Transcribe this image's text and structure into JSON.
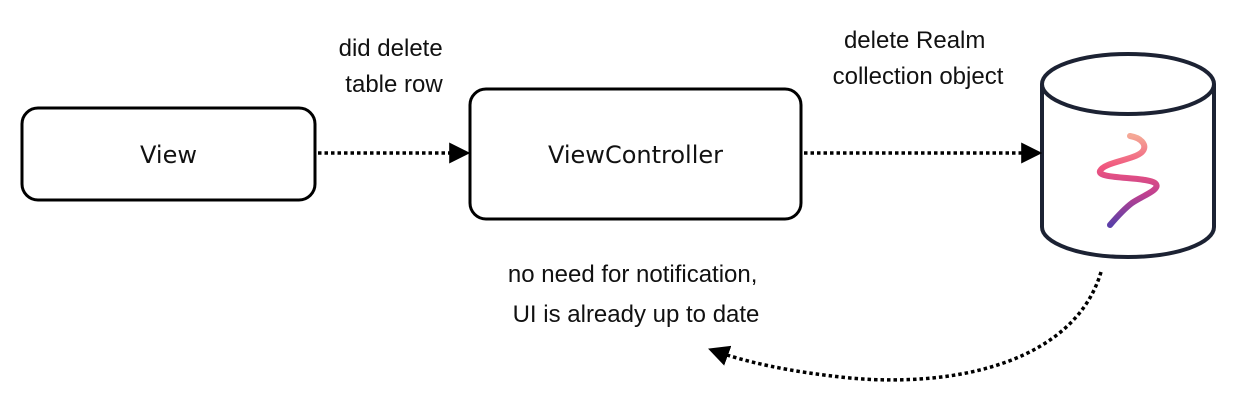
{
  "nodes": {
    "view": {
      "label": "View"
    },
    "view_controller": {
      "label": "ViewController"
    },
    "database": {
      "icon": "realm-logo-icon"
    }
  },
  "edges": {
    "view_to_controller": {
      "label_lines": [
        "did delete",
        "table row"
      ]
    },
    "controller_to_database": {
      "label_lines": [
        "delete Realm",
        "collection object"
      ]
    },
    "database_feedback": {
      "label_lines": [
        "no need for notification,",
        "UI is already up to date"
      ]
    }
  },
  "colors": {
    "box_stroke": "#000000",
    "cylinder_stroke": "#1c2233",
    "arrow": "#000000",
    "realm_gradient": [
      "#f5a896",
      "#f0567f",
      "#c0408f",
      "#5a3fa8"
    ]
  }
}
